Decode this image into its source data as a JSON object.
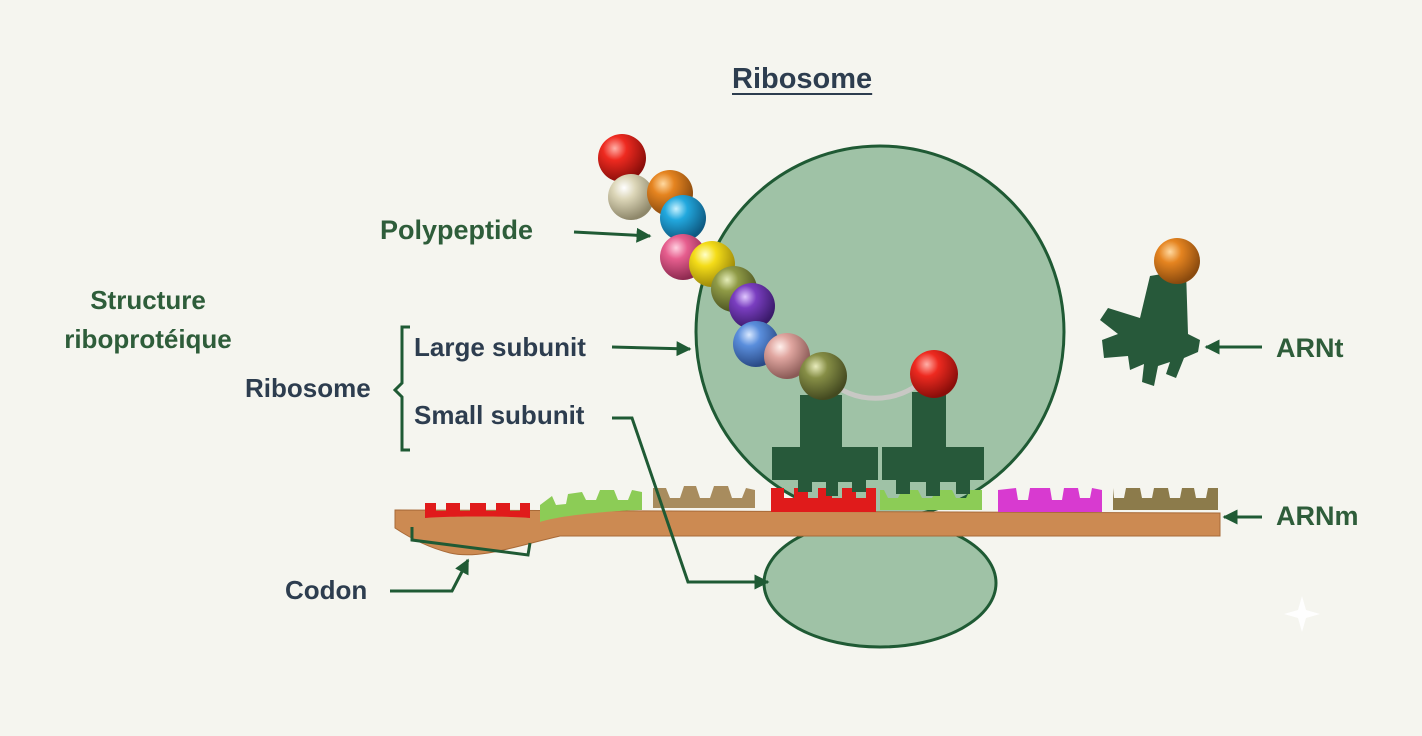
{
  "title": "Ribosome",
  "labels": {
    "polypeptide": "Polypeptide",
    "structure_line1": "Structure",
    "structure_line2": "riboprotéique",
    "ribosome": "Ribosome",
    "large_subunit": "Large subunit",
    "small_subunit": "Small subunit",
    "codon": "Codon",
    "arnt": "ARNt",
    "arnm": "ARNm"
  },
  "colors": {
    "background": "#f5f5ef",
    "subunit_fill": "#9fc2a6",
    "outline": "#1f5a34",
    "trna": "#27593a",
    "mrna_strand": "#cc8a52",
    "label_green": "#2e5d3a",
    "label_navy": "#2d3d4f",
    "codon_red": "#e01b1b",
    "codon_lightgreen": "#8ccc56",
    "codon_khaki": "#a88c5e",
    "codon_magenta": "#d83ad0",
    "codon_olive": "#8c7b4b"
  },
  "polypeptide_beads": [
    "red",
    "beige",
    "orange",
    "cyan",
    "pink",
    "yellow",
    "olive",
    "purple",
    "blue",
    "rosy",
    "olive-green"
  ],
  "codon_colors": [
    "red",
    "lightgreen",
    "khaki",
    "red",
    "lightgreen",
    "magenta",
    "olive"
  ]
}
